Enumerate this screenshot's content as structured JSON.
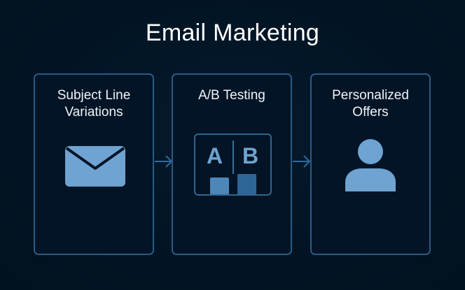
{
  "title": "Email Marketing",
  "colors": {
    "background": "#021424",
    "card_border": "#2b5a85",
    "icon_fill": "#6fa3d2",
    "bar_a": "#4d86b8",
    "bar_b": "#2c6596",
    "text": "#ffffff"
  },
  "steps": [
    {
      "label_line1": "Subject Line",
      "label_line2": "Variations",
      "icon": "envelope-icon"
    },
    {
      "label_line1": "A/B Testing",
      "label_line2": "",
      "icon": "ab-test-icon",
      "panel": {
        "left_letter": "A",
        "right_letter": "B"
      }
    },
    {
      "label_line1": "Personalized",
      "label_line2": "Offers",
      "icon": "person-icon"
    }
  ],
  "connectors": [
    "arrow-right-icon",
    "arrow-right-icon"
  ]
}
